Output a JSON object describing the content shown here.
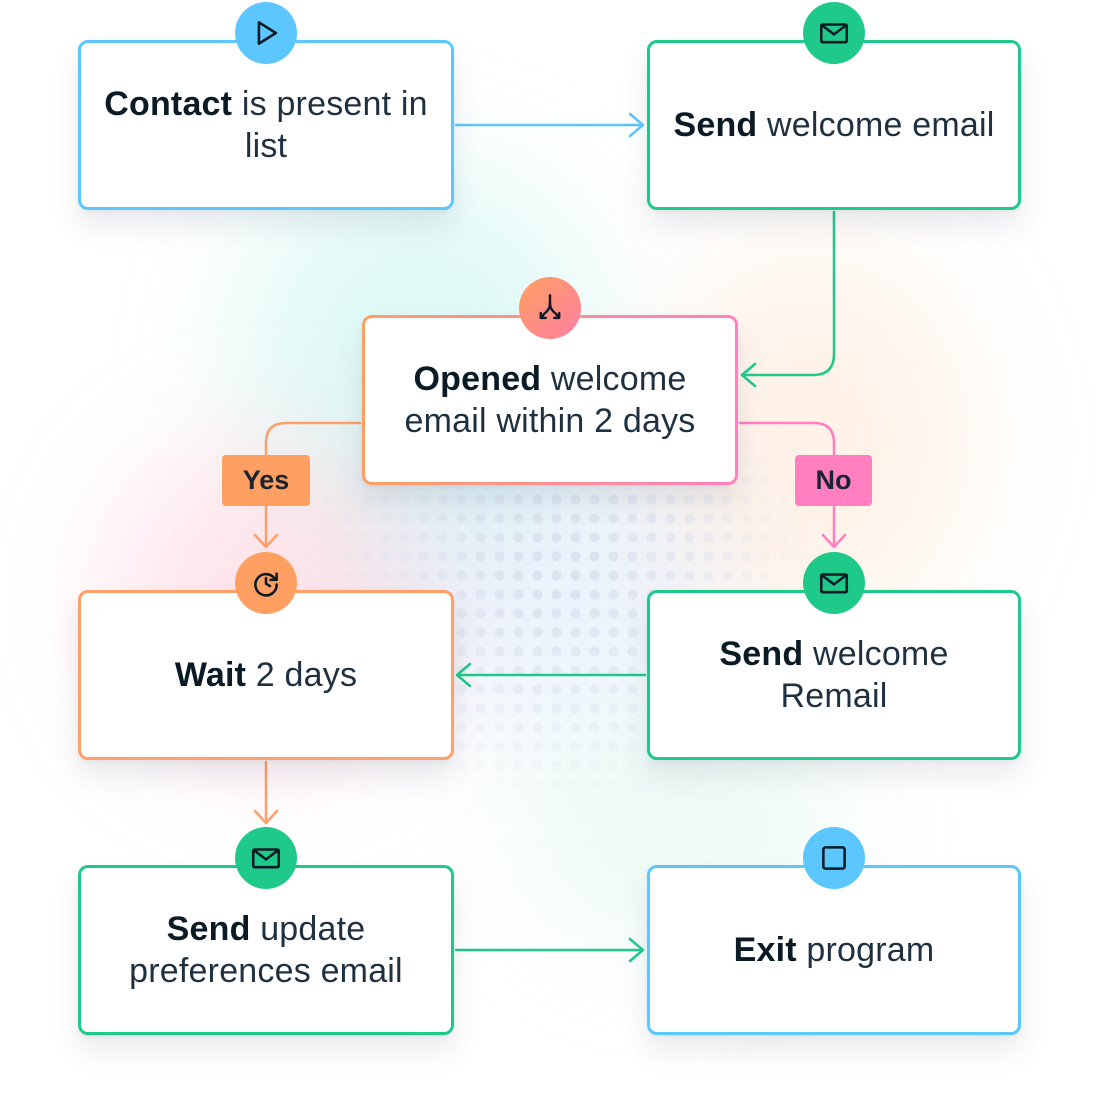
{
  "colors": {
    "blue": "#5cc6ff",
    "green": "#1fc98a",
    "orange": "#ffa06a",
    "pink": "#ff7fc0"
  },
  "nodes": {
    "contact_present": {
      "bold": "Contact",
      "rest": " is present in list",
      "icon": "play-icon"
    },
    "send_welcome": {
      "bold": "Send",
      "rest": " welcome email",
      "icon": "mail-icon"
    },
    "opened_welcome": {
      "bold": "Opened",
      "rest": " welcome email within 2 days",
      "icon": "split-branch-icon"
    },
    "wait": {
      "bold": "Wait",
      "rest": " 2 days",
      "icon": "clock-timer-icon"
    },
    "send_remail": {
      "bold": "Send",
      "rest": " welcome Remail",
      "icon": "mail-icon"
    },
    "send_update": {
      "bold": "Send",
      "rest": " update preferences email",
      "icon": "mail-icon"
    },
    "exit": {
      "bold": "Exit",
      "rest": " program",
      "icon": "stop-square-icon"
    }
  },
  "branches": {
    "yes": "Yes",
    "no": "No"
  }
}
